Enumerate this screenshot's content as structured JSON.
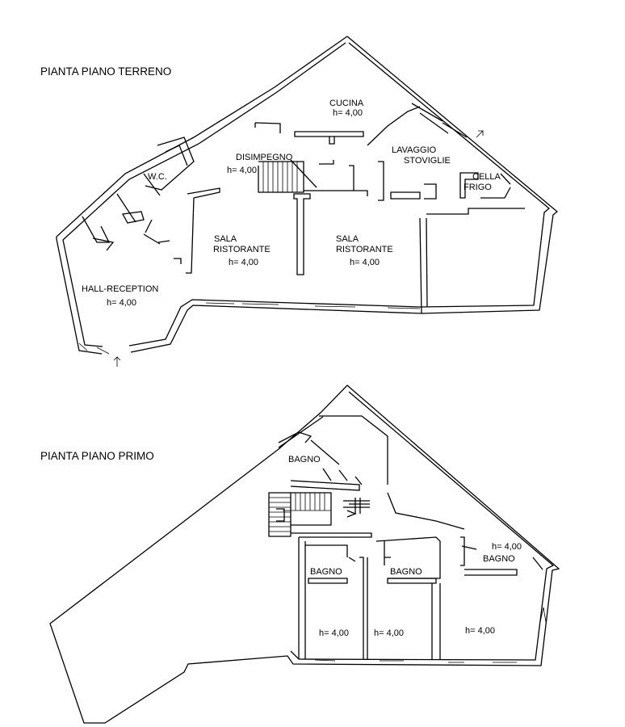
{
  "ground_floor": {
    "title": "PIANTA PIANO TERRENO",
    "rooms": {
      "cucina": {
        "name": "CUCINA",
        "height": "h= 4,00"
      },
      "disimpegno": {
        "name": "DISIMPEGNO",
        "height": "h= 4,00"
      },
      "wc": {
        "name": "W.C."
      },
      "lavaggio": {
        "name_1": "LAVAGGIO",
        "name_2": "STOVIGLIE"
      },
      "cella": {
        "name_1": "CELLA",
        "name_2": "FRIGO"
      },
      "sala_1": {
        "name_1": "SALA",
        "name_2": "RISTORANTE",
        "height": "h= 4,00"
      },
      "sala_2": {
        "name_1": "SALA",
        "name_2": "RISTORANTE",
        "height": "h= 4,00"
      },
      "hall": {
        "name": "HALL-RECEPTION",
        "height": "h= 4,00"
      }
    }
  },
  "first_floor": {
    "title": "PIANTA PIANO PRIMO",
    "rooms": {
      "bagno_top": {
        "name": "BAGNO"
      },
      "bagno_right": {
        "name": "BAGNO",
        "height": "h= 4,00"
      },
      "bagno_left": {
        "name": "BAGNO"
      },
      "bagno_mid": {
        "name": "BAGNO"
      },
      "room_1": {
        "height": "h= 4,00"
      },
      "room_2": {
        "height": "h= 4,00"
      },
      "room_3": {
        "height": "h= 4,00"
      }
    }
  }
}
